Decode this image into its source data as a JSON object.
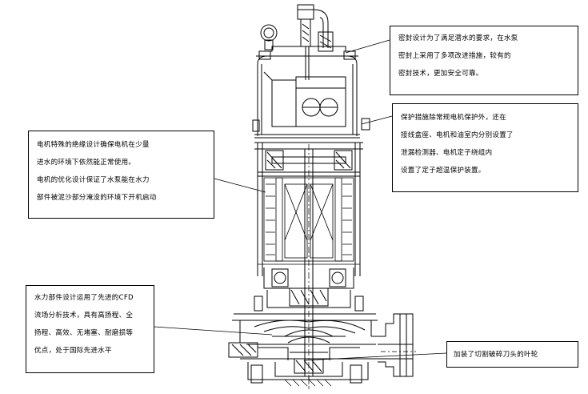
{
  "callouts": {
    "seal": {
      "lines": [
        "密封设计为了满足潜水的要求，在水泵",
        "密封上采用了多项改进措施，较有的",
        "密封技术，更加安全可靠。"
      ]
    },
    "protection": {
      "lines": [
        "保护措施除常规电机保护外，还在",
        "接线盒座、电机和油室内分别设置了",
        "泄漏检测器、电机定子绕组内",
        "设置了定子超温保护装置。"
      ]
    },
    "motor": {
      "lines": [
        "电机特殊的绝缘设计确保电机在少量",
        "进水的环境下依然能正常使用。",
        "电机的优化设计保证了水泵能在水力",
        "部件被泥沙部分淹没的环境下开机启动"
      ]
    },
    "hydraulic": {
      "lines": [
        "水力部件设计运用了先进的CFD",
        "流场分析技术，具有高扬程、全",
        "扬程、高效、无堵塞、耐磨损等",
        "优点，处于国际先进水平"
      ]
    },
    "blade": {
      "lines": [
        "加装了切割破碎刀头的叶轮"
      ]
    }
  }
}
